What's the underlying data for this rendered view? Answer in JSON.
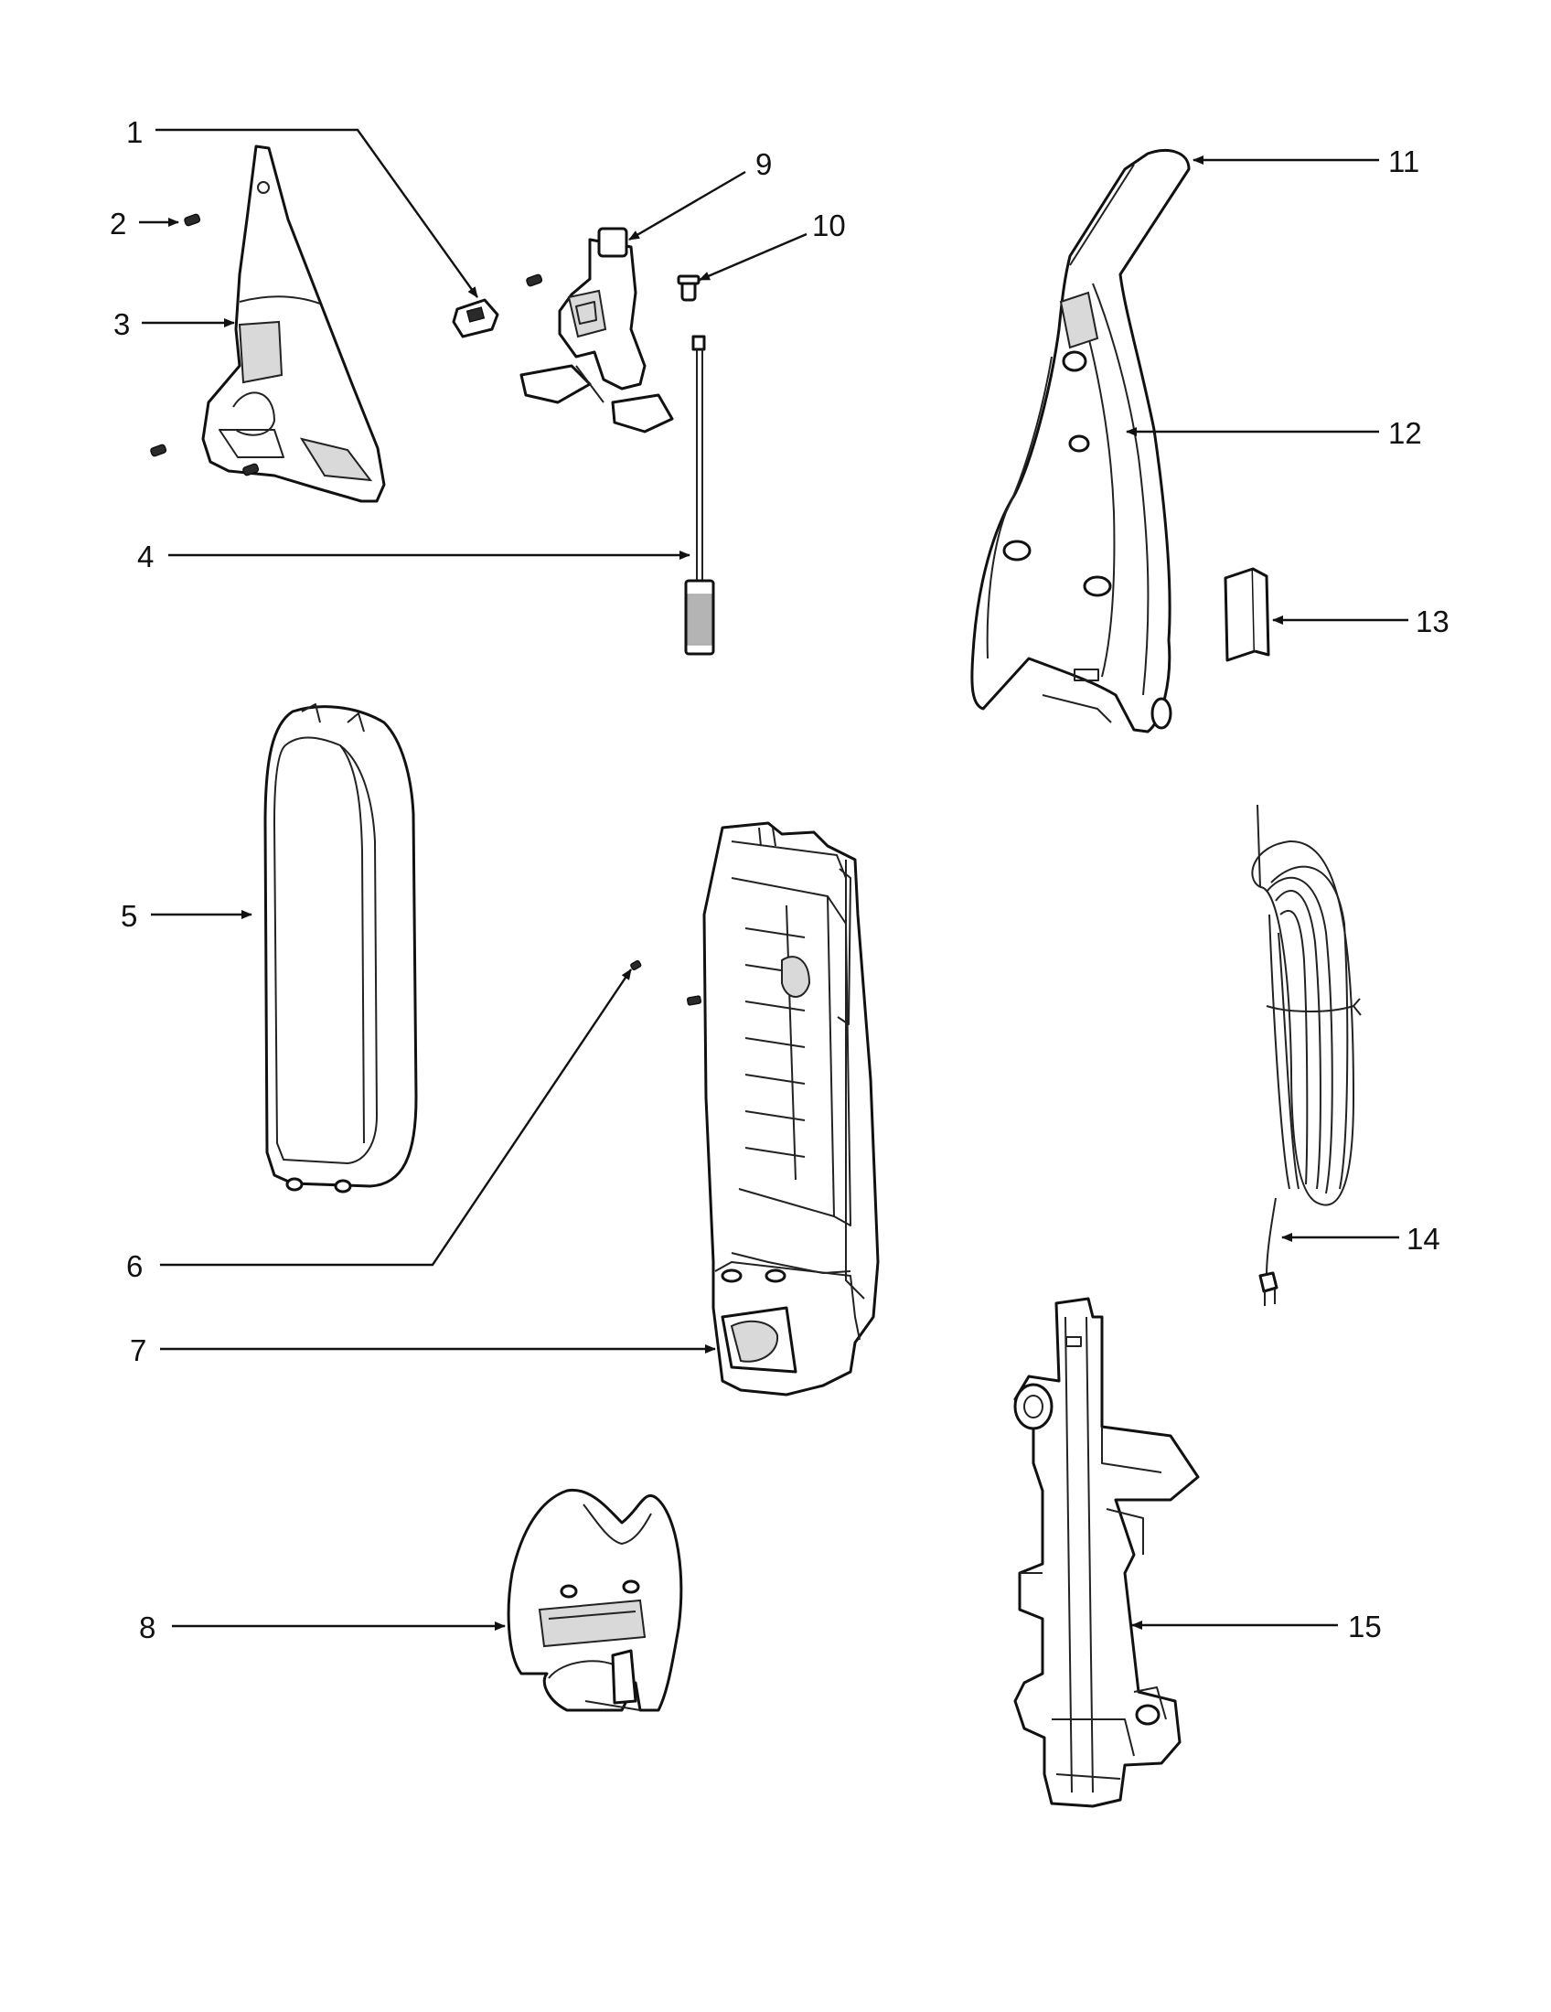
{
  "callouts": {
    "c1": "1",
    "c2": "2",
    "c3": "3",
    "c4": "4",
    "c5": "5",
    "c6": "6",
    "c7": "7",
    "c8": "8",
    "c9": "9",
    "c10": "10",
    "c11": "11",
    "c12": "12",
    "c13": "13",
    "c14": "14",
    "c15": "15"
  },
  "colors": {
    "ink": "#111111",
    "paper": "#ffffff",
    "shade": "#d9d9d9"
  }
}
